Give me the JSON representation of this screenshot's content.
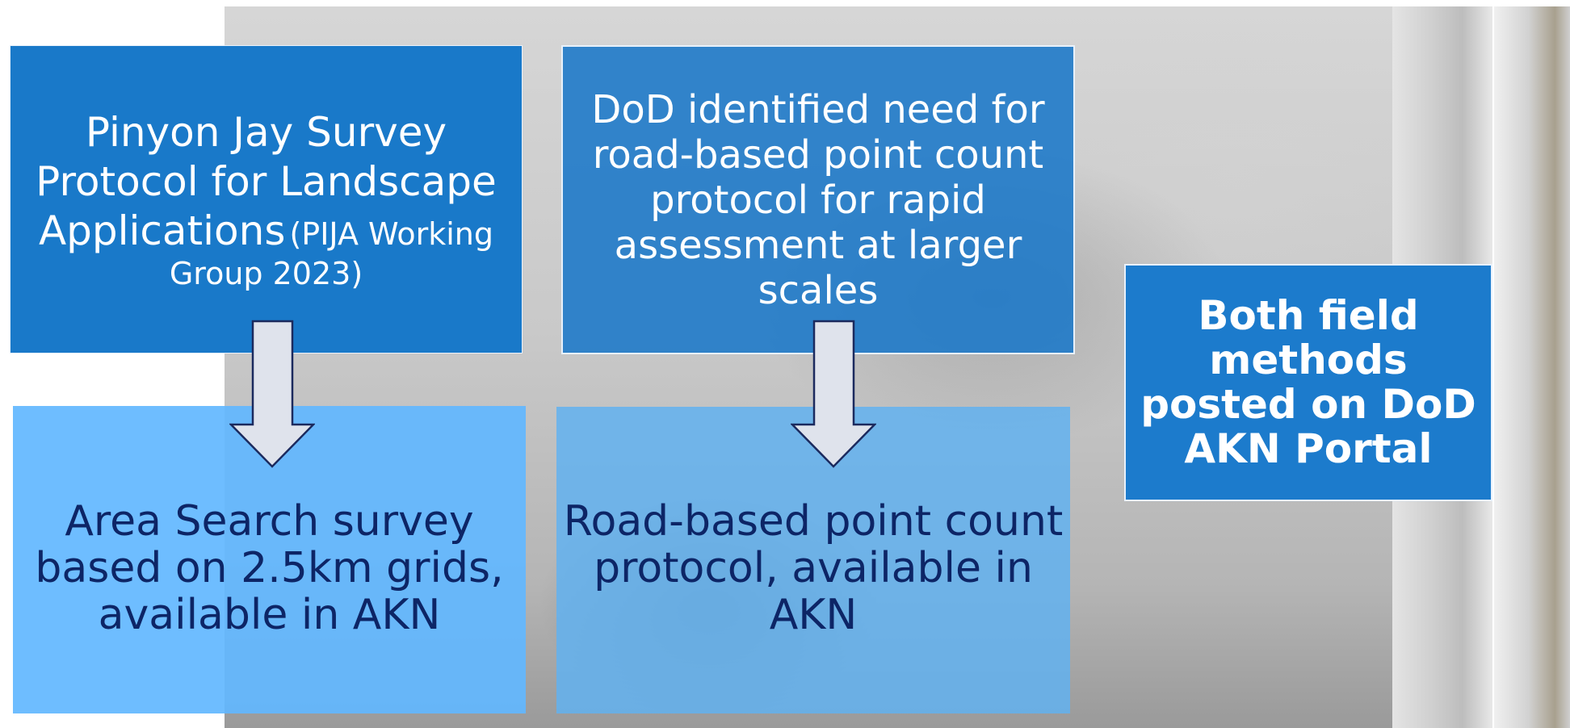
{
  "boxes": {
    "protocol": {
      "title": "Pinyon Jay Survey Protocol for Landscape Applications",
      "citation": "(PIJA Working Group 2023)"
    },
    "need": {
      "text": "DoD identified need for road-based point count protocol for rapid assessment at larger scales"
    },
    "posted": {
      "text": "Both field methods posted on DoD AKN Portal"
    },
    "area_search": {
      "text": "Area Search survey based on 2.5km grids, available in AKN"
    },
    "road_based": {
      "text": "Road-based point count protocol, available in AKN"
    }
  },
  "colors": {
    "box_dark_blue": "#1979c9",
    "box_light_blue": "#62b7ff",
    "arrow_fill": "#dfe3ec",
    "arrow_stroke": "#1b2a5e",
    "dark_text": "#0d2566"
  },
  "icons": [
    "down-arrow-icon",
    "down-arrow-icon"
  ]
}
